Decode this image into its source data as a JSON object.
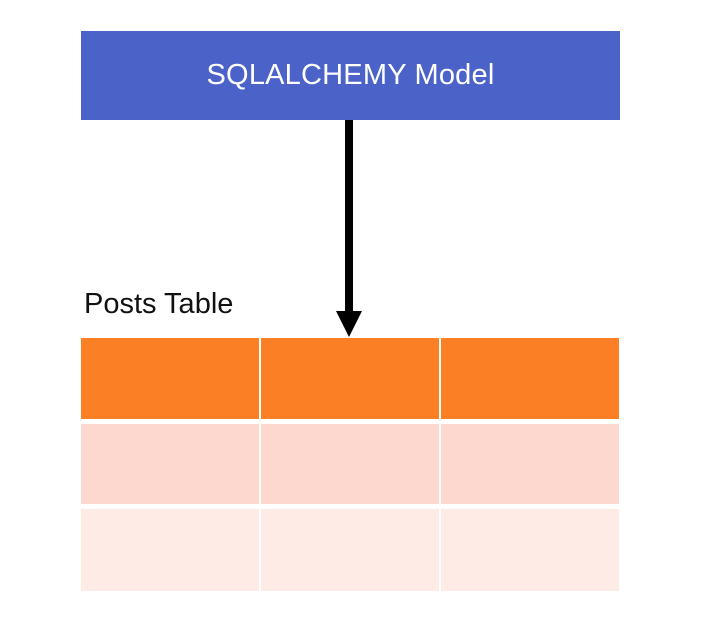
{
  "model": {
    "label": "SQLALCHEMY Model"
  },
  "table": {
    "title": "Posts Table",
    "columns": 3,
    "rows": [
      "header",
      "mid",
      "light"
    ]
  },
  "colors": {
    "model_box": "#4b63c8",
    "arrow": "#000000",
    "header_row": "#fb7f25",
    "mid_row": "#fdd8cf",
    "light_row": "#feebe6"
  }
}
